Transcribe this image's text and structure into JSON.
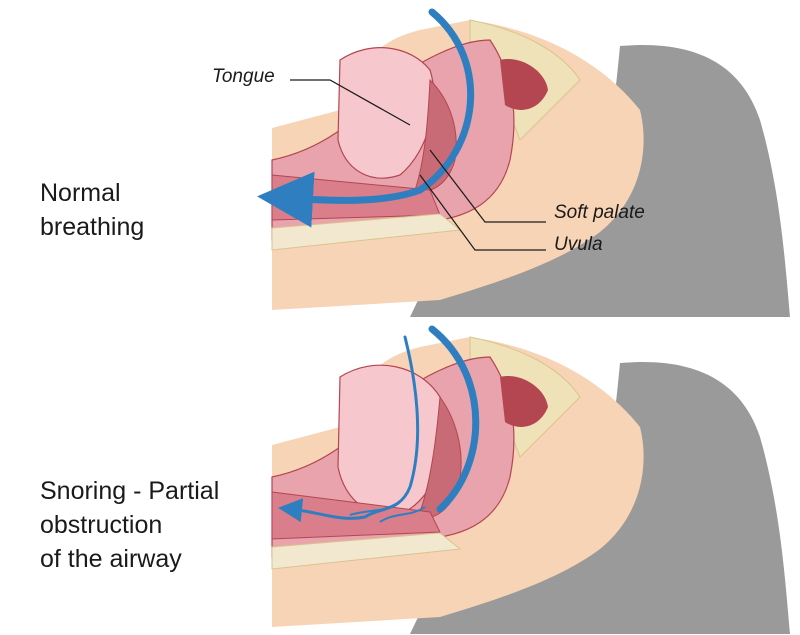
{
  "panels": [
    {
      "caption_lines": [
        "Normal",
        "breathing"
      ]
    },
    {
      "caption_lines": [
        "Snoring - Partial",
        "obstruction",
        "of the airway"
      ]
    }
  ],
  "labels": {
    "tongue": "Tongue",
    "soft_palate": "Soft palate",
    "uvula": "Uvula"
  },
  "colors": {
    "skin": "#f8d4b6",
    "tissue_pink": "#e9a3ac",
    "tissue_light": "#f6c8ce",
    "tissue_dark": "#b34651",
    "bone": "#f0e2b8",
    "pillow": "#9a9a9a",
    "airflow_arrow": "#2f7fc0"
  }
}
